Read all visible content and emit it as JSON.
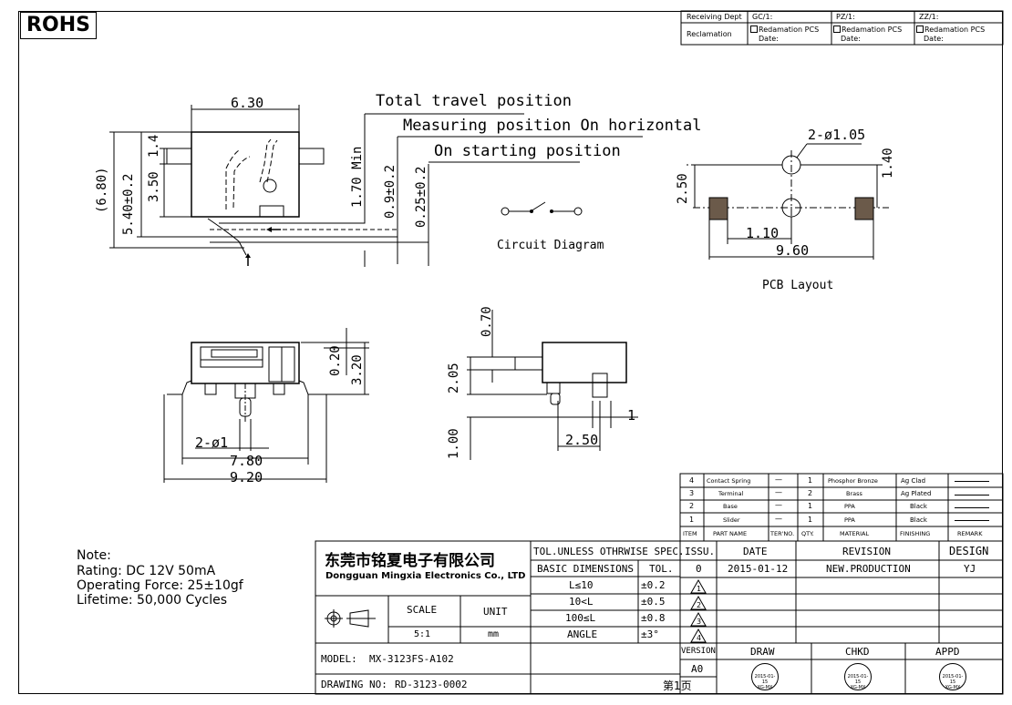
{
  "rohs": "ROHS",
  "top_table": {
    "receiving_dept": "Receiving Dept",
    "gc": "GC/1:",
    "pz": "PZ/1:",
    "zz": "ZZ/1:",
    "reclamation": "Reclamation",
    "redamation_pcs": "Redamation  PCS",
    "date": "Date:"
  },
  "side_view": {
    "dim_630": "6.30",
    "dim_14": "1.4",
    "dim_350": "3.50",
    "dim_680": "(6.80)",
    "dim_540": "5.40±0.2",
    "dim_170": "1.70 Min",
    "dim_09": "0.9±0.2",
    "dim_025": "0.25±0.2",
    "label_total": "Total travel position",
    "label_measuring": "Measuring position On horizontal",
    "label_starting": "On starting position"
  },
  "circuit": {
    "label": "Circuit Diagram"
  },
  "pcb": {
    "dim_hole": "2-ø1.05",
    "dim_140": "1.40",
    "dim_250": "2.50",
    "dim_110": "1.10",
    "dim_960": "9.60",
    "label": "PCB Layout"
  },
  "front_view": {
    "dim_020": "0.20",
    "dim_320": "3.20",
    "dim_2phi1": "2-ø1",
    "dim_780": "7.80",
    "dim_920": "9.20"
  },
  "end_view": {
    "dim_070": "0.70",
    "dim_205": "2.05",
    "dim_100": "1.00",
    "dim_250": "2.50",
    "dim_1": "1"
  },
  "notes": {
    "title": "Note:",
    "rating": "Rating:  DC  12V  50mA",
    "force": "Operating  Force:  25±10gf",
    "lifetime": "Lifetime:    50,000  Cycles"
  },
  "bom": {
    "rows": [
      {
        "item": "4",
        "part": "Contact Spring",
        "ter": "—",
        "qty": "1",
        "material": "Phosphor Bronze",
        "finish": "Ag Clad",
        "remark": ""
      },
      {
        "item": "3",
        "part": "Terminal",
        "ter": "—",
        "qty": "2",
        "material": "Brass",
        "finish": "Ag Plated",
        "remark": ""
      },
      {
        "item": "2",
        "part": "Base",
        "ter": "—",
        "qty": "1",
        "material": "PPA",
        "finish": "Black",
        "remark": ""
      },
      {
        "item": "1",
        "part": "Slider",
        "ter": "—",
        "qty": "1",
        "material": "PPA",
        "finish": "Black",
        "remark": ""
      }
    ],
    "headers": {
      "item": "ITEM",
      "part": "PART NAME",
      "ter": "TER'NO.",
      "qty": "QTY.",
      "material": "MATERIAL",
      "finish": "FINISHING",
      "remark": "REMARK"
    }
  },
  "title_block": {
    "company_cn": "东莞市铭夏电子有限公司",
    "company_en": "Dongguan Mingxia Electronics Co., LTD",
    "tol_header": "TOL.UNLESS OTHRWISE SPEC.",
    "basic_dim": "BASIC DIMENSIONS",
    "tol": "TOL.",
    "tol_rows": [
      {
        "range": "L≤10",
        "val": "±0.2"
      },
      {
        "range": "10<L",
        "val": "±0.5"
      },
      {
        "range": "100≤L",
        "val": "±0.8"
      },
      {
        "range": "ANGLE",
        "val": "±3°"
      }
    ],
    "scale_label": "SCALE",
    "unit_label": "UNIT",
    "scale": "5:1",
    "unit": "mm",
    "issu": "ISSU.",
    "date_h": "DATE",
    "revision_h": "REVISION",
    "design_h": "DESIGN",
    "issu_val": "0",
    "date_val": "2015-01-12",
    "revision_val": "NEW.PRODUCTION",
    "design_val": "YJ",
    "tri": [
      "1",
      "2",
      "3",
      "4"
    ],
    "model_label": "MODEL:",
    "model": "MX-3123FS-A102",
    "drawing_label": "DRAWING NO:",
    "drawing": "RD-3123-0002",
    "page": "第1页",
    "version_label": "VERSION",
    "version": "A0",
    "draw": "DRAW",
    "chkd": "CHKD",
    "appd": "APPD",
    "stamp_date": "2015-01-15",
    "stamp_code": "XG-MX"
  },
  "colors": {
    "line": "#000000",
    "pad": "#6b5a4a"
  }
}
